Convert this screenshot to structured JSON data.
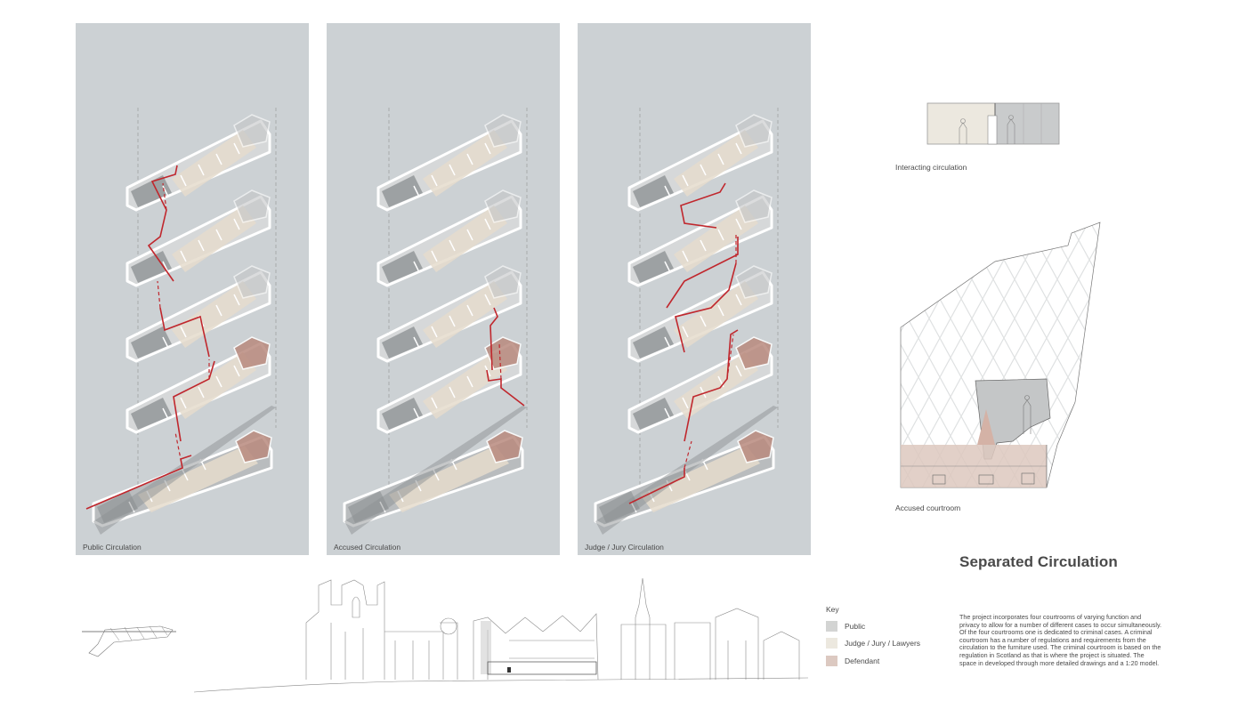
{
  "panels": [
    {
      "caption": "Public Circulation"
    },
    {
      "caption": "Accused Circulation"
    },
    {
      "caption": "Judge / Jury Circulation"
    }
  ],
  "details": {
    "interacting_caption": "Interacting circulation",
    "accused_caption": "Accused courtroom"
  },
  "heading": "Separated Circulation",
  "description": "The project incorporates four courtrooms of varying function and privacy to allow for a number of different cases to occur simultaneously. Of the four courtrooms one is dedicated to criminal cases. A criminal courtroom has a number of regulations and requirements from the circulation to the furniture used. The criminal courtroom is based on the regulation in Scotland as that is where the project is situated. The space in developed through more detailed drawings and a 1:20 model.",
  "key": {
    "title": "Key",
    "items": [
      {
        "label": "Public",
        "color": "#d3d4d3"
      },
      {
        "label": "Judge / Jury / Lawyers",
        "color": "#ece8df"
      },
      {
        "label": "Defendant",
        "color": "#dcc9c1"
      }
    ]
  },
  "colors": {
    "panel_bg": "#ccd1d4",
    "circulation_red": "#c0272d",
    "public_grey": "#9da1a3",
    "judge_beige": "#e5dccd",
    "defendant_brown": "#b98a7e"
  }
}
